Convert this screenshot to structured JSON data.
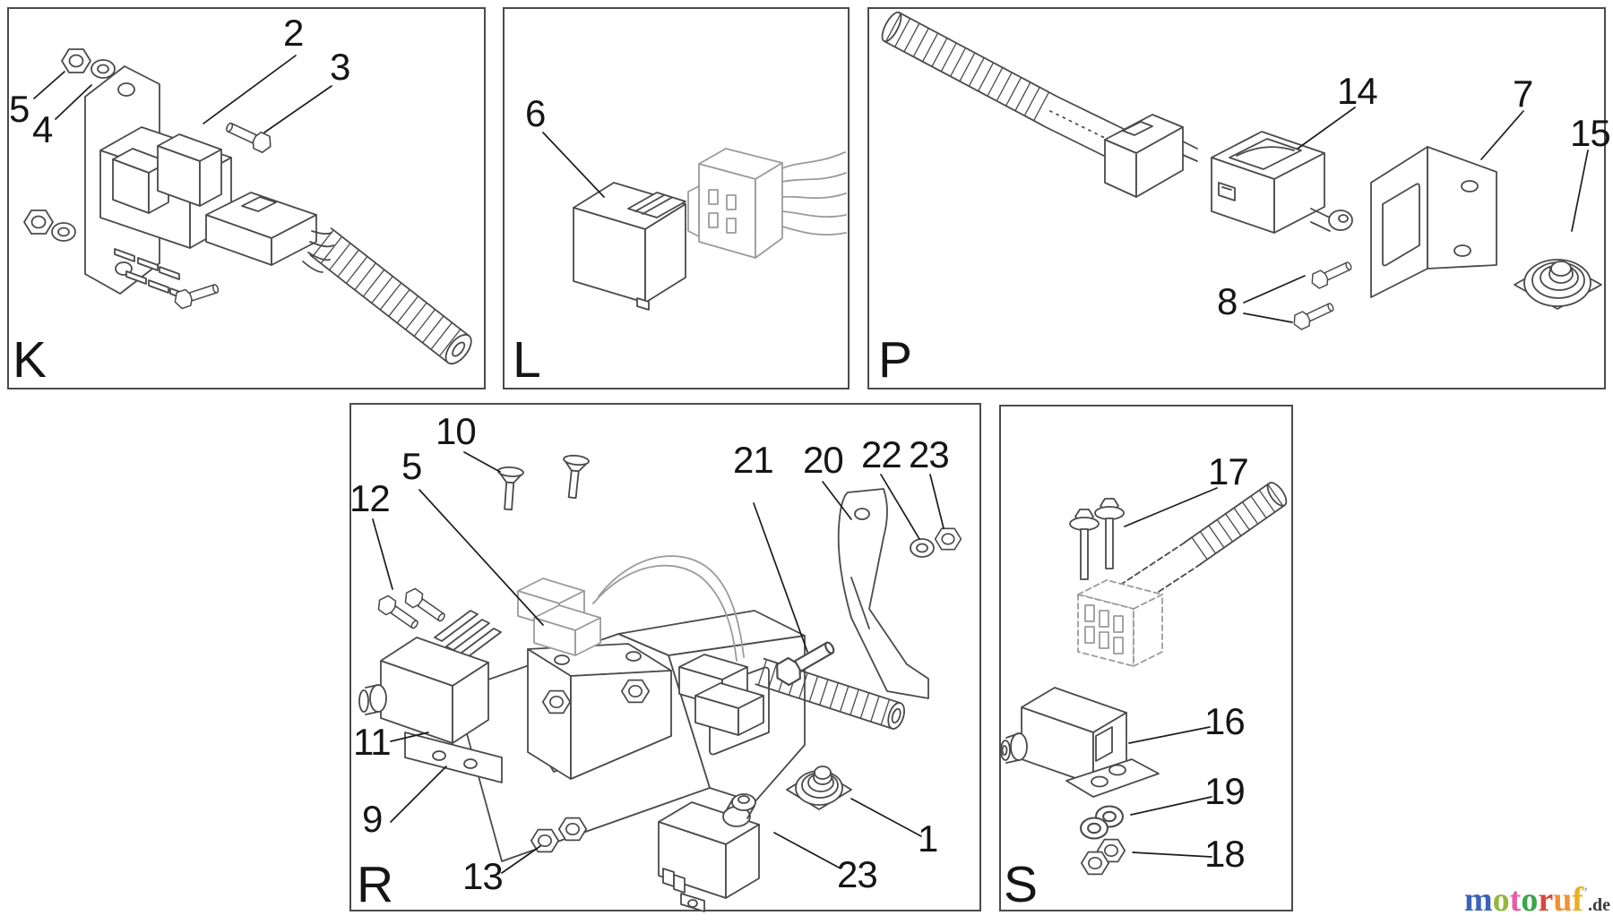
{
  "diagram": {
    "panels": [
      {
        "id": "K",
        "letter": "K",
        "callouts": [
          "2",
          "3",
          "4",
          "5"
        ]
      },
      {
        "id": "L",
        "letter": "L",
        "callouts": [
          "6"
        ]
      },
      {
        "id": "P",
        "letter": "P",
        "callouts": [
          "14",
          "7",
          "15",
          "8"
        ]
      },
      {
        "id": "R",
        "letter": "R",
        "callouts": [
          "10",
          "5",
          "12",
          "21",
          "20",
          "22",
          "23",
          "11",
          "9",
          "13",
          "23",
          "1"
        ]
      },
      {
        "id": "S",
        "letter": "S",
        "callouts": [
          "17",
          "16",
          "19",
          "18"
        ]
      }
    ]
  },
  "logo": {
    "letters": [
      {
        "char": "m",
        "color": "#3c63b5"
      },
      {
        "char": "o",
        "color": "#93b83b"
      },
      {
        "char": "t",
        "color": "#e45ea2"
      },
      {
        "char": "o",
        "color": "#3da44b"
      },
      {
        "char": "r",
        "color": "#d9473c"
      },
      {
        "char": "u",
        "color": "#ef9234"
      },
      {
        "char": "f",
        "color": "#e7b01f"
      }
    ],
    "mark": "’",
    "suffix": ".de",
    "suffix_color": "#3a3a3a"
  },
  "colors": {
    "line": "#4a4a4a",
    "ghost": "#9b9b9b",
    "leader": "#1c1c1c",
    "border": "#4b4b4b",
    "background": "#ffffff"
  }
}
